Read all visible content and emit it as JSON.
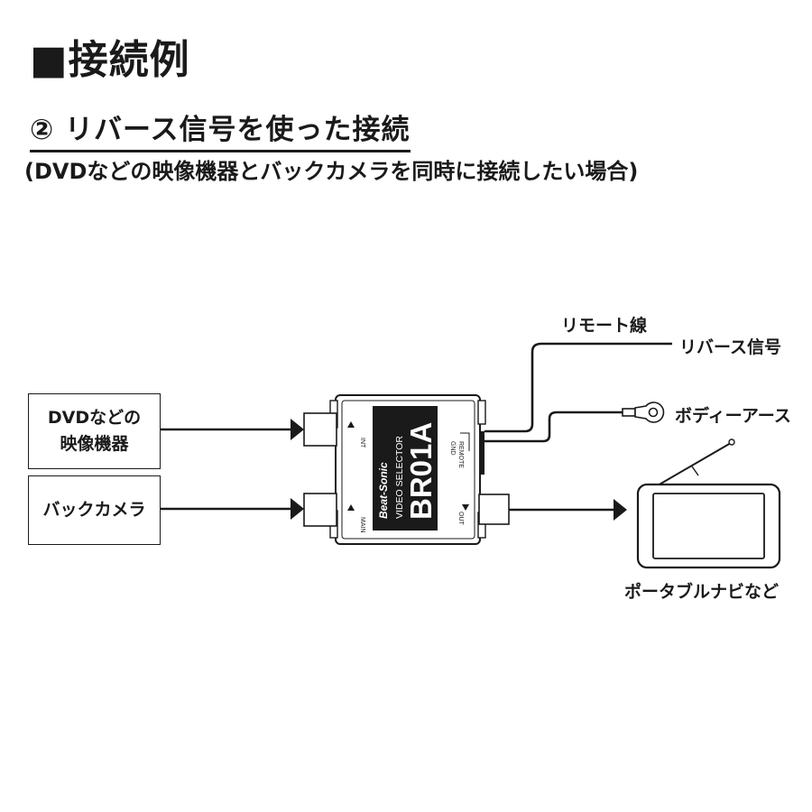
{
  "header": {
    "title": "■接続例",
    "subtitle": "② リバース信号を使った接続",
    "note": "(DVDなどの映像機器とバックカメラを同時に接続したい場合)"
  },
  "inputs": {
    "dvd_line1": "DVDなどの",
    "dvd_line2": "映像機器",
    "camera": "バックカメラ"
  },
  "device": {
    "brand": "Beat-Sonic",
    "product_type": "VIDEO SELECTOR",
    "model": "BR01A",
    "port_int": "INT",
    "port_main": "MAIN",
    "port_out": "OUT",
    "port_gnd": "GND",
    "port_remote": "REMOTE"
  },
  "labels": {
    "remote_wire": "リモート線",
    "reverse_signal": "リバース信号",
    "body_ground": "ボディーアース",
    "portable_navi": "ポータブルナビなど"
  }
}
